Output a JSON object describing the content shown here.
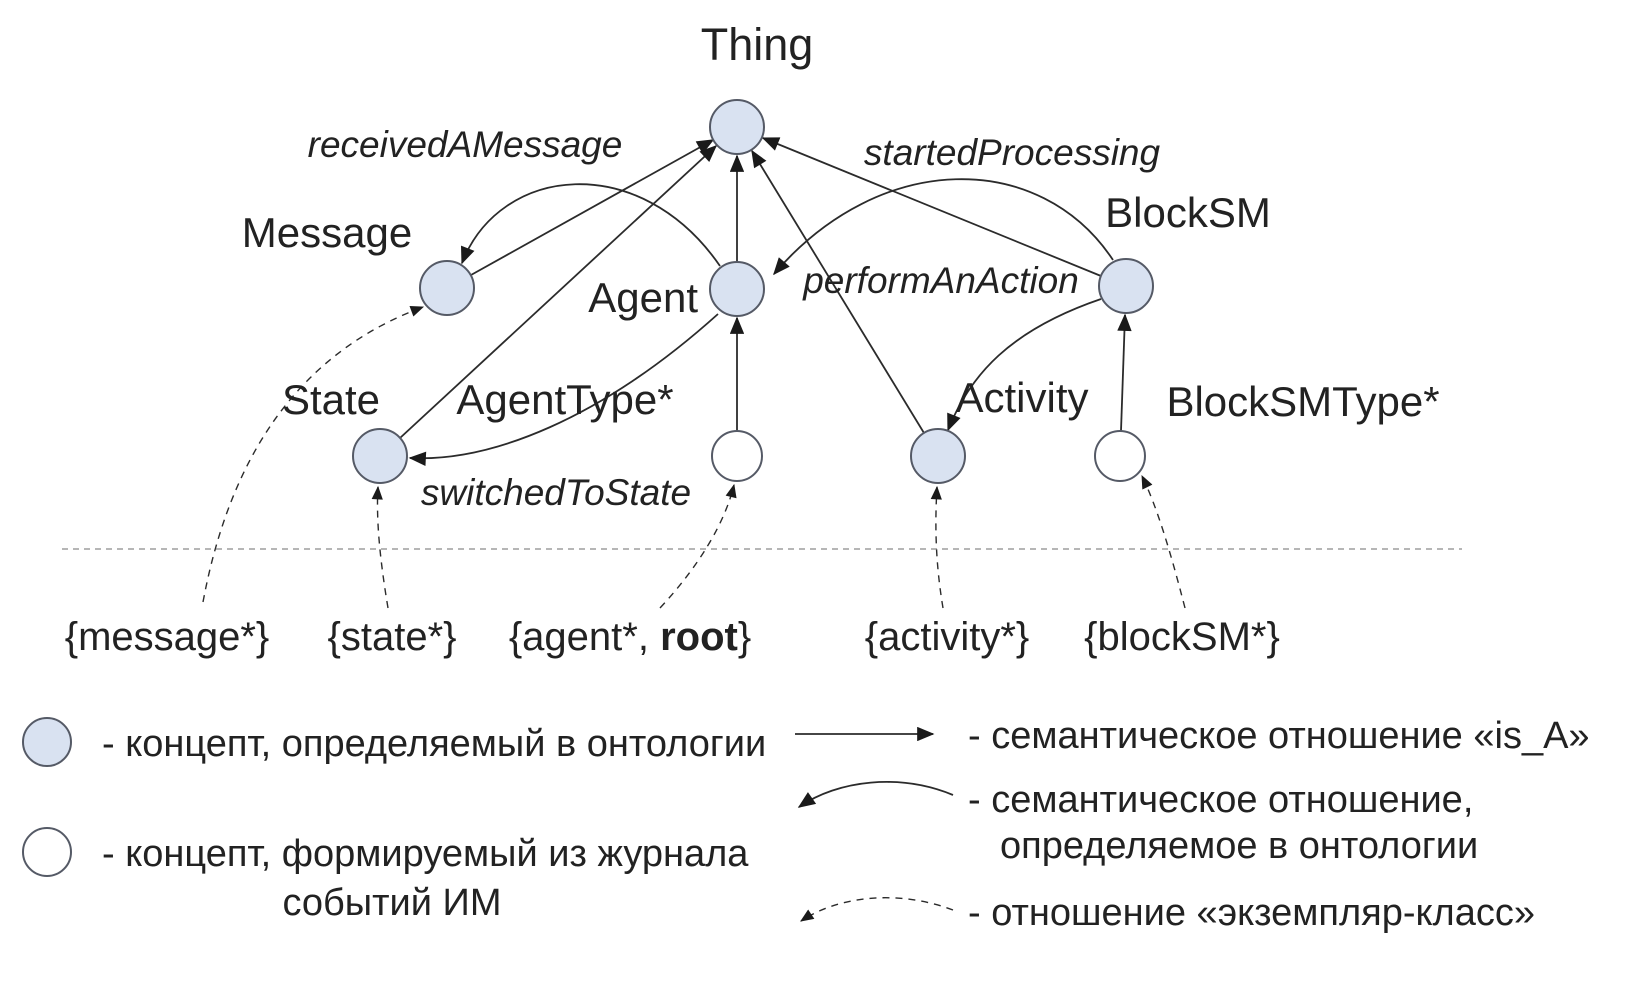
{
  "colors": {
    "node_fill": "#d9e2f1",
    "node_stroke": "#555a66",
    "line": "#2b2b2b",
    "text": "#222222"
  },
  "nodes": {
    "thing": {
      "label": "Thing"
    },
    "message": {
      "label": "Message"
    },
    "agent": {
      "label": "Agent"
    },
    "blocksm": {
      "label": "BlockSM"
    },
    "state": {
      "label": "State"
    },
    "agenttype": {
      "label": "AgentType*"
    },
    "activity": {
      "label": "Activity"
    },
    "blocksmtype": {
      "label": "BlockSMType*"
    }
  },
  "relations": {
    "receivedAMessage": {
      "label": "receivedAMessage"
    },
    "startedProcessing": {
      "label": "startedProcessing"
    },
    "performAnAction": {
      "label": "performAnAction"
    },
    "switchedToState": {
      "label": "switchedToState"
    }
  },
  "instances": {
    "message": {
      "label": "{message*}"
    },
    "state": {
      "label": "{state*}"
    },
    "agent": {
      "prefix": "{agent*, ",
      "bold": "root",
      "suffix": "}"
    },
    "activity": {
      "label": "{activity*}"
    },
    "blocksm": {
      "label": "{blockSM*}"
    }
  },
  "legend": {
    "ontology_concept": "- концепт, определяемый в онтологии",
    "log_concept_line1": "- концепт, формируемый из журнала",
    "log_concept_line2": "событий ИМ",
    "isa_relation": "- семантическое отношение «is_A»",
    "semantic_relation_line1": "- семантическое отношение,",
    "semantic_relation_line2": "определяемое в онтологии",
    "instance_class_relation": "- отношение «экземпляр-класс»"
  }
}
